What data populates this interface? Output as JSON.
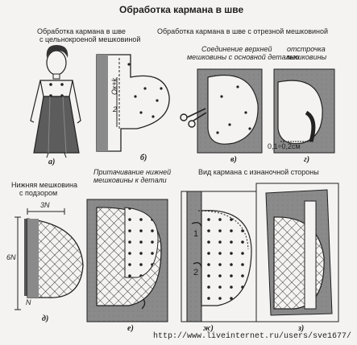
{
  "title": "Обработка кармана в шве",
  "labels": {
    "cut_in": "Обработка кармана в шве",
    "cut_in_sub": "с цельнокроеной мешковиной",
    "separate": "Обработка кармана в шве с отрезной мешковиной",
    "join_1": "Соединение верхней",
    "join_2": "мешковины с основной деталью",
    "stitch_1": "отстрочка",
    "stitch_2": "мешковины",
    "lower_1": "Нижняя мешковина",
    "lower_2": "с подзором",
    "pull_1": "Притачивание нижней",
    "pull_2": "мешковины к детали",
    "view": "Вид  кармана с изнаночной стороны"
  },
  "dims": {
    "ok": "Ок+k",
    "formula": "2",
    "gap": "0,1÷0,2см",
    "n3": "3N",
    "n6": "6N",
    "n": "N",
    "one": "1",
    "two": "2"
  },
  "captions": [
    "а)",
    "б)",
    "в)",
    "г)",
    "д)",
    "е)",
    "ж)",
    "з)"
  ],
  "watermark": "http://www.liveinternet.ru/users/sve1677/"
}
